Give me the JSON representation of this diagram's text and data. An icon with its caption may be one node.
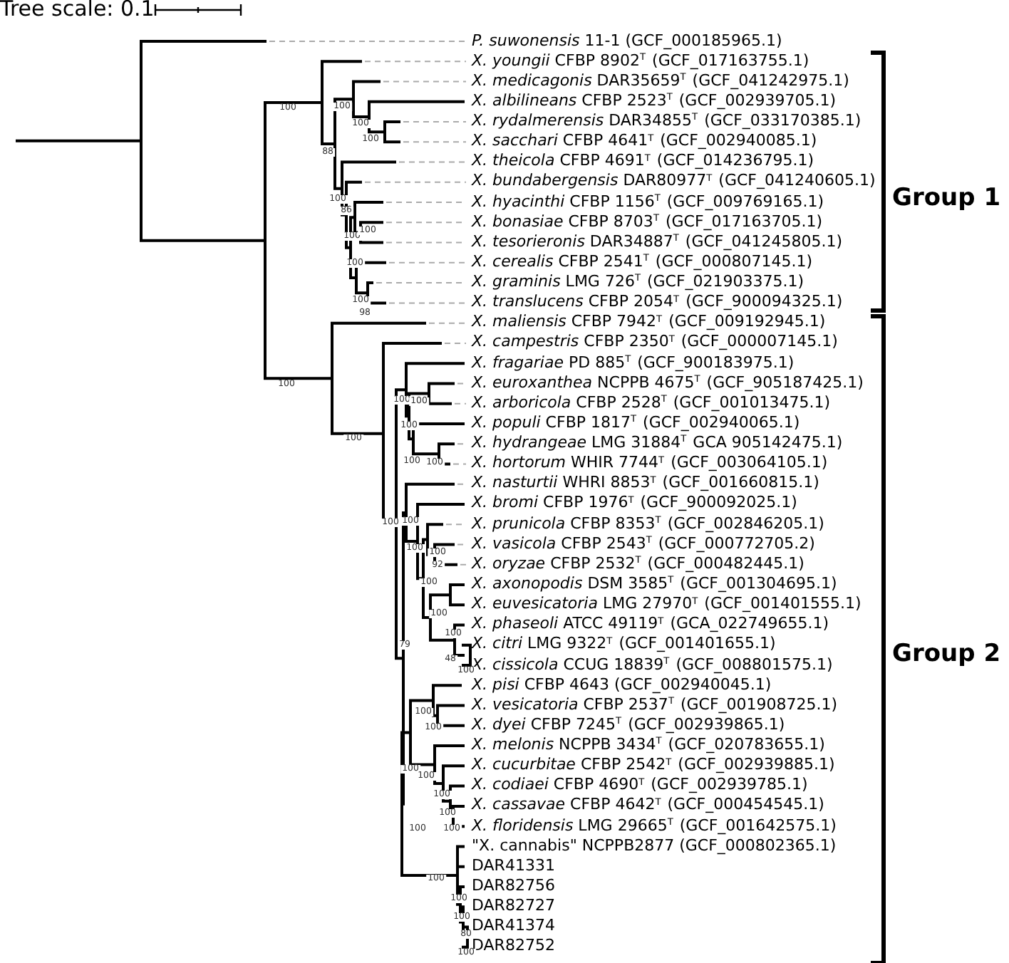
{
  "diagram": {
    "labels": [
      "Tree scale: 0.1",
      "*P. suwonensis* 11-1 (GCF_000185965.1)",
      "*X. youngii* CFBP 8902$^{T}$ (GCF_017163755.1)",
      "*X. medicagonis* DAR35659$^{T}$ (GCF_041242975.1)",
      "*X. albilineans* CFBP 2523$^{T}$ (GCF_002939705.1)",
      "*X. rydalmerensis* DAR34855$^{T}$ (GCF_033170385.1)",
      "*X. sacchari* CFBP 4641$^{T}$ (GCF_002940085.1)",
      "*X. theicola* CFBP 4691$^{T}$ (GCF_014236795.1)",
      "*X. bundabergensis* DAR80977$^{T}$ (GCF_041240605.1)",
      "*X. hyacinthi* CFBP 1156$^{T}$ (GCF_009769165.1)",
      "*X. bonasiae* CFBP 8703$^{T}$ (GCF_017163705.1)",
      "*X. tesorieronis* DAR34887$^{T}$ (GCF_041245805.1)",
      "*X. cerealis* CFBP 2541$^{T}$ (GCF_000807145.1)",
      "*X. graminis* LMG 726$^{T}$ (GCF_021903375.1)",
      "*X. translucens* CFBP 2054$^{T}$ (GCF_900094325.1)",
      "*X. maliensis* CFBP 7942$^{T}$ (GCF_009192945.1)",
      "*X. campestris* CFBP 2350$^{T}$ (GCF_000007145.1)",
      "*X. fragariae* PD 885$^{T}$ (GCF_900183975.1)",
      "*X. euroxanthea* NCPPB 4675$^{T}$ (GCF_905187425.1)",
      "*X. arboricola* CFBP 2528$^{T}$ (GCF_001013475.1)",
      "*X. populi* CFBP 1817$^{T}$ (GCF_002940065.1)",
      "*X. hydrangeae* LMG 31884$^{T}$ GCA 905142475.1)",
      "*X. hortorum* WHIR 7744$^{T}$ (GCF_003064105.1)",
      "*X. nasturtii* WHRI 8853$^{T}$ (GCF_001660815.1)",
      "*X. bromi* CFBP 1976$^{T}$ (GCF_900092025.1)",
      "*X. prunicola* CFBP 8353$^{T}$ (GCF_002846205.1)",
      "*X. vasicola* CFBP 2543$^{T}$ (GCF_000772705.2)",
      "*X. oryzae* CFBP 2532$^{T}$ (GCF_000482445.1)",
      "*X. axonopodis* DSM 3585$^{T}$ (GCF_001304695.1)",
      "*X. euvesicatoria* LMG 27970$^{T}$ (GCF_001401555.1)",
      "*X. phaseoli* ATCC 49119$^{T}$ (GCA_022749655.1)",
      "*X. citri* LMG 9322$^{T}$ (GCF_001401655.1)",
      "*X. cissicola* CCUG 18839$^{T}$ (GCF_008801575.1)",
      "*X. pisi* CFBP 4643 (GCF_002940045.1)",
      "*X. vesicatoria* CFBP 2537$^{T}$ (GCF_001908725.1)",
      "*X. dyei* CFBP 7245$^{T}$ (GCF_002939865.1)",
      "*X. melonis* NCPPB 3434$^{T}$ (GCF_020783655.1)",
      "*X. cucurbitae* CFBP 2542$^{T}$ (GCF_002939885.1)",
      "*X. codiaei* CFBP 4690$^{T}$ (GCF_002939785.1)",
      "*X. cassavae* CFBP 4642$^{T}$ (GCF_000454545.1)",
      "*X. floridensis* LMG 29665$^{T}$ (GCF_001642575.1)",
      "\"X. cannabis\" NCPPB2877 (GCF_000802365.1)",
      "DAR41331",
      "DAR82756",
      "DAR82727",
      "DAR41374",
      "DAR82752",
      "100",
      "100",
      "100",
      "100",
      "88",
      "100",
      "86",
      "100",
      "100",
      "100",
      "100",
      "98",
      "100",
      "100",
      "100",
      "100",
      "100",
      "100",
      "100",
      "100",
      "100",
      "100",
      "100",
      "92",
      "100",
      "100",
      "100",
      "79",
      "48",
      "100",
      "100",
      "100",
      "100",
      "100",
      "100",
      "100",
      "100",
      "100",
      "100",
      "100",
      "100",
      "80",
      "100",
      "Group 1",
      "Group 2"
    ]
  }
}
